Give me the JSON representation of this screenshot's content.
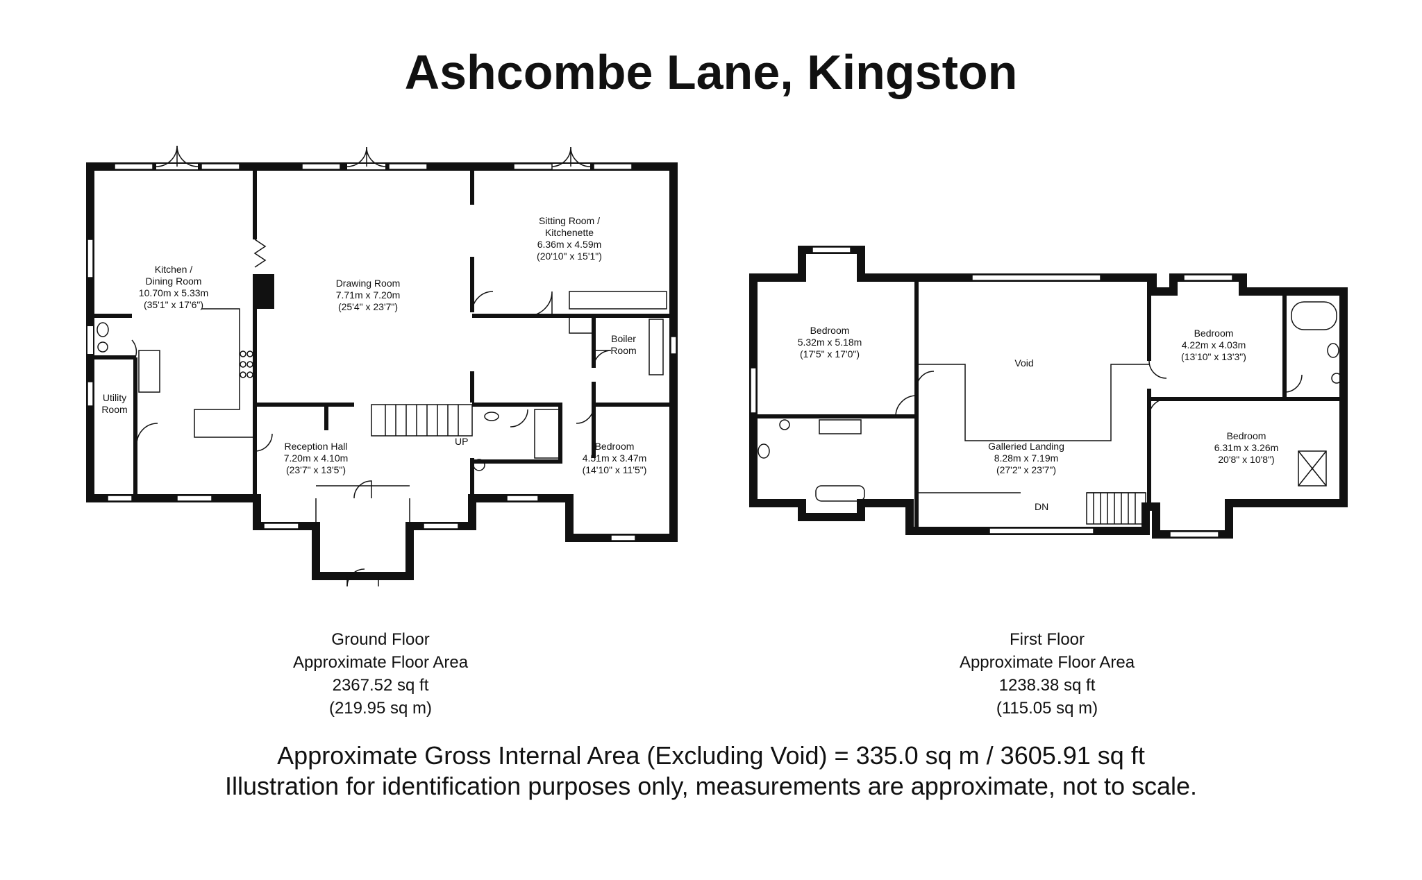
{
  "title": "Ashcombe Lane, Kingston",
  "ground_floor": {
    "rooms": [
      {
        "name": "Kitchen /\nDining Room",
        "dims": "10.70m x 5.33m",
        "imperial": "(35'1\" x 17'6\")"
      },
      {
        "name": "Drawing Room",
        "dims": "7.71m x 7.20m",
        "imperial": "(25'4\" x 23'7\")"
      },
      {
        "name": "Sitting Room /\nKitchenette",
        "dims": "6.36m x 4.59m",
        "imperial": "(20'10\" x 15'1\")"
      },
      {
        "name": "Boiler\nRoom",
        "dims": "",
        "imperial": ""
      },
      {
        "name": "Utility\nRoom",
        "dims": "",
        "imperial": ""
      },
      {
        "name": "Reception Hall",
        "dims": "7.20m x 4.10m",
        "imperial": "(23'7\" x 13'5\")"
      },
      {
        "name": "Bedroom",
        "dims": "4.51m x 3.47m",
        "imperial": "(14'10\" x 11'5\")"
      }
    ],
    "stair_marker": "UP",
    "summary": {
      "name": "Ground Floor",
      "label": "Approximate Floor Area",
      "sqft": "2367.52 sq ft",
      "sqm": "(219.95 sq m)"
    }
  },
  "first_floor": {
    "rooms": [
      {
        "name": "Bedroom",
        "dims": "5.32m x 5.18m",
        "imperial": "(17'5\" x 17'0\")"
      },
      {
        "name": "Void",
        "dims": "",
        "imperial": ""
      },
      {
        "name": "Bedroom",
        "dims": "4.22m x 4.03m",
        "imperial": "(13'10\" x 13'3\")"
      },
      {
        "name": "Galleried Landing",
        "dims": "8.28m x 7.19m",
        "imperial": "(27'2\" x 23'7\")"
      },
      {
        "name": "Bedroom",
        "dims": "6.31m x 3.26m",
        "imperial": "20'8\" x 10'8\")"
      }
    ],
    "stair_marker": "DN",
    "summary": {
      "name": "First Floor",
      "label": "Approximate Floor Area",
      "sqft": "1238.38 sq ft",
      "sqm": "(115.05 sq m)"
    }
  },
  "footer": {
    "gross_area": "Approximate Gross Internal Area (Excluding Void) = 335.0 sq m / 3605.91 sq ft",
    "disclaimer": "Illustration for identification purposes only, measurements are approximate, not to scale."
  }
}
